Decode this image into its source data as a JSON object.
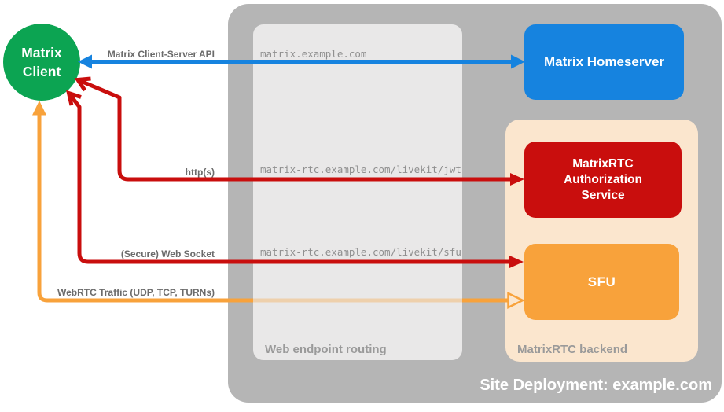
{
  "diagram": {
    "site_title": "Site Deployment: example.com",
    "client": {
      "label_line1": "Matrix",
      "label_line2": "Client",
      "color": "#0CA452"
    },
    "nodes": {
      "homeserver": {
        "label": "Matrix Homeserver",
        "color": "#1683DF"
      },
      "auth_service": {
        "label": "MatrixRTC Authorization Service",
        "color": "#C90E0D"
      },
      "sfu": {
        "label": "SFU",
        "color": "#F8A23B"
      }
    },
    "containers": {
      "site": {
        "color": "#B5B5B5"
      },
      "web_routing": {
        "label": "Web endpoint routing",
        "color": "#E9E8E8"
      },
      "backend": {
        "label": "MatrixRTC backend",
        "color": "#FBE6CE"
      }
    },
    "arrows": [
      {
        "label": "Matrix Client-Server API",
        "url": "matrix.example.com",
        "color": "#1683DF",
        "direction": "bidirectional",
        "from": "matrix-client",
        "to": "matrix-homeserver"
      },
      {
        "label": "http(s)",
        "url": "matrix-rtc.example.com/livekit/jwt",
        "color": "#C90E0D",
        "direction": "bidirectional",
        "from": "matrix-client",
        "to": "matrixrtc-authorization-service"
      },
      {
        "label": "(Secure) Web Socket",
        "url": "matrix-rtc.example.com/livekit/sfu",
        "color": "#C90E0D",
        "direction": "bidirectional",
        "from": "matrix-client",
        "to": "sfu"
      },
      {
        "label": "WebRTC Traffic (UDP, TCP, TURNs)",
        "url": "",
        "color": "#F8A23B",
        "direction": "bidirectional",
        "from": "matrix-client",
        "to": "sfu"
      }
    ]
  }
}
